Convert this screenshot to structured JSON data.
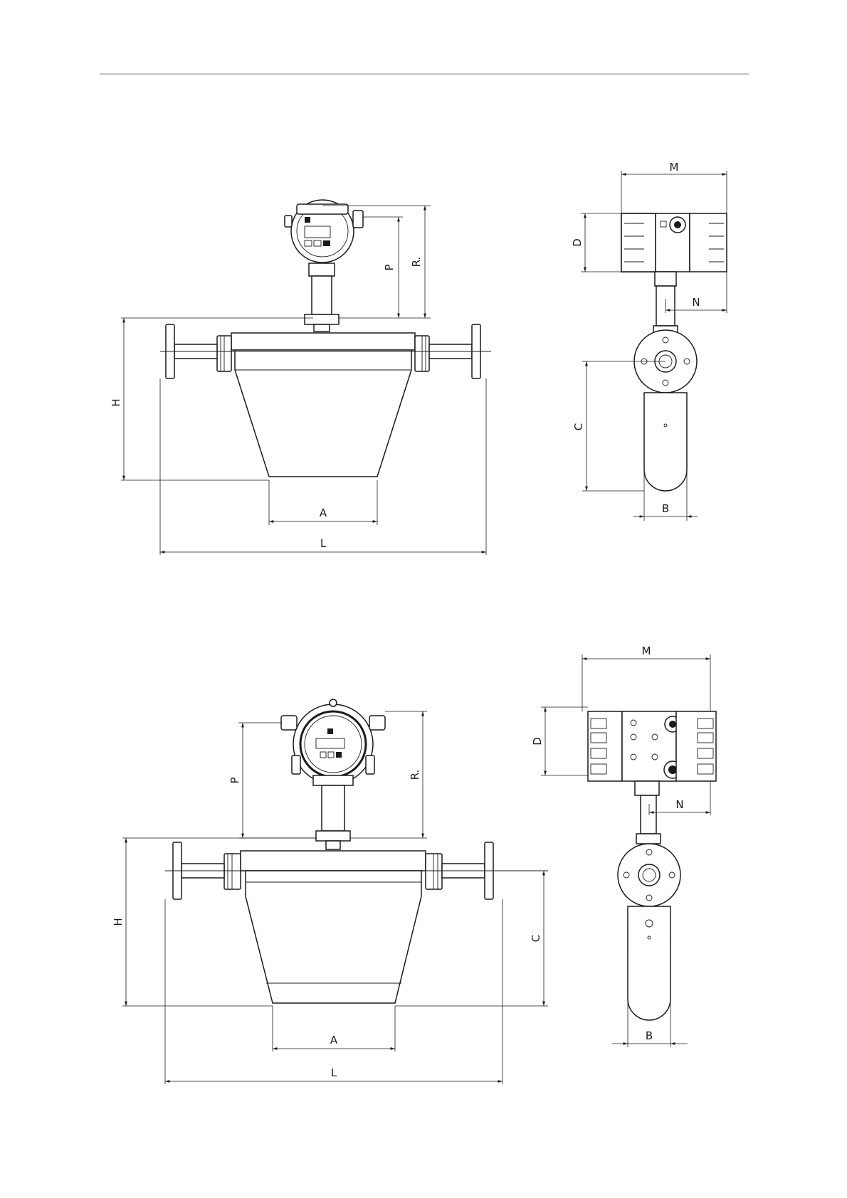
{
  "drawing_top": {
    "front_view": {
      "labels": {
        "H": "H",
        "P": "P",
        "R": "R.",
        "A": "A",
        "L": "L"
      }
    },
    "side_view": {
      "labels": {
        "M": "M",
        "D": "D",
        "N": "N",
        "C": "C",
        "B": "B"
      }
    }
  },
  "drawing_bottom": {
    "front_view": {
      "labels": {
        "H": "H",
        "P": "P",
        "R": "R.",
        "A": "A",
        "L": "L",
        "C": "C"
      }
    },
    "side_view": {
      "labels": {
        "M": "M",
        "D": "D",
        "N": "N",
        "B": "B"
      }
    }
  },
  "colors": {
    "line": "#1a1a1a",
    "rule": "#8a8a8a",
    "background": "#ffffff"
  }
}
